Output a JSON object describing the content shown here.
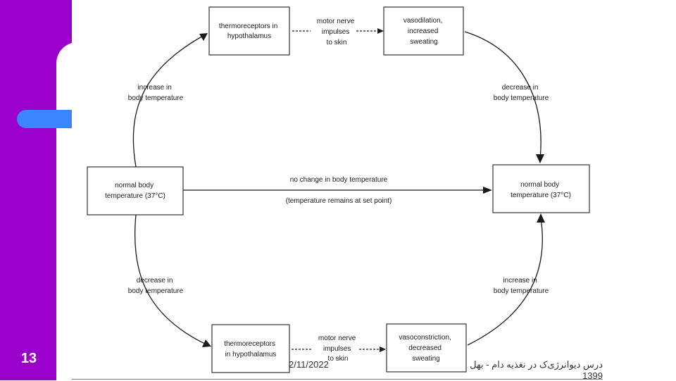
{
  "slide_number": "13",
  "footer": {
    "date": "2/11/2022",
    "course": "درس دیوانرژی‌ک در نغذیه دام - بهل 1399"
  },
  "diagram": {
    "normal_left": [
      "normal body",
      "temperature (37°C)"
    ],
    "normal_right": [
      "normal body",
      "temperature (37°C)"
    ],
    "no_change": "no change in body temperature",
    "set_point": "(temperature remains at set point)",
    "top_receptor": [
      "thermoreceptors in",
      "hypothalamus"
    ],
    "top_nerve": [
      "motor nerve",
      "impulses",
      "to skin"
    ],
    "top_effect": [
      "vasodilation,",
      "increased",
      "sweating"
    ],
    "increase_left": [
      "increase in",
      "body temperature"
    ],
    "decrease_right": [
      "decrease in",
      "body temperature"
    ],
    "decrease_left": [
      "decrease in",
      "body temperature"
    ],
    "increase_right": [
      "increase in",
      "body temperature"
    ],
    "bottom_receptor": [
      "thermoreceptors",
      "in hypothalamus"
    ],
    "bottom_nerve": [
      "motor nerve",
      "impulses",
      "to skin"
    ],
    "bottom_effect": [
      "vasoconstriction,",
      "decreased",
      "sweating"
    ]
  }
}
